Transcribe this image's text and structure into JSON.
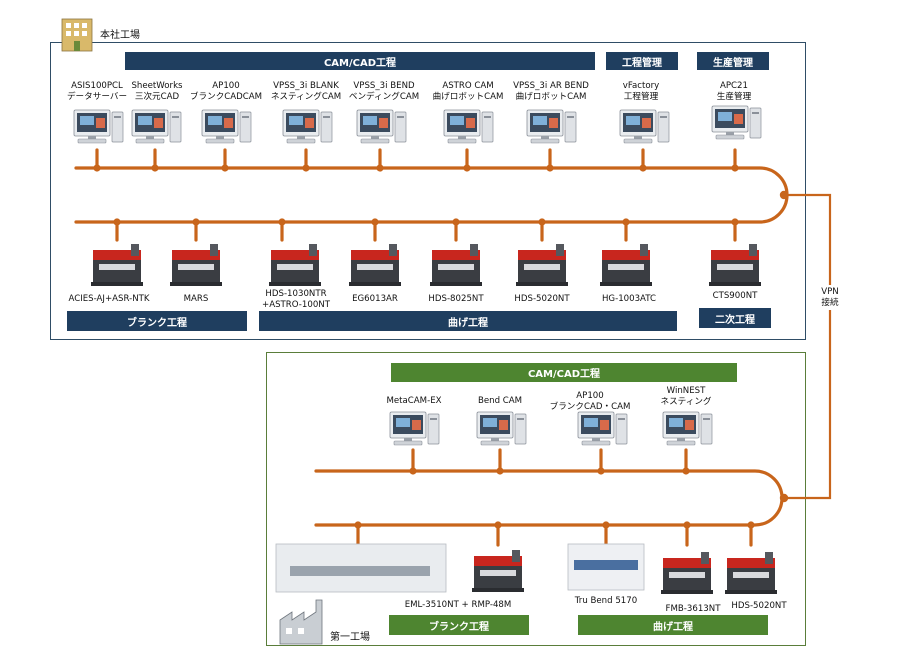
{
  "hq": {
    "name": "本社工場",
    "bands": {
      "cam": "CAM/CAD工程",
      "process_mgmt": "工程管理",
      "production_mgmt": "生産管理",
      "blank": "ブランク工程",
      "bend": "曲げ工程",
      "secondary": "二次工程"
    },
    "computers": [
      {
        "line1": "ASIS100PCL",
        "line2": "データサーバー"
      },
      {
        "line1": "SheetWorks",
        "line2": "三次元CAD"
      },
      {
        "line1": "AP100",
        "line2": "ブランクCADCAM"
      },
      {
        "line1": "VPSS_3i BLANK",
        "line2": "ネスティングCAM"
      },
      {
        "line1": "VPSS_3i BEND",
        "line2": "ベンディングCAM"
      },
      {
        "line1": "ASTRO CAM",
        "line2": "曲げロボットCAM"
      },
      {
        "line1": "VPSS_3i AR BEND",
        "line2": "曲げロボットCAM"
      },
      {
        "line1": "vFactory",
        "line2": "工程管理"
      },
      {
        "line1": "APC21",
        "line2": "生産管理"
      }
    ],
    "machines": [
      {
        "line1": "ACIES-AJ+ASR-NTK",
        "line2": ""
      },
      {
        "line1": "MARS",
        "line2": ""
      },
      {
        "line1": "HDS-1030NTR",
        "line2": "+ASTRO-100NT"
      },
      {
        "line1": "EG6013AR",
        "line2": ""
      },
      {
        "line1": "HDS-8025NT",
        "line2": ""
      },
      {
        "line1": "HDS-5020NT",
        "line2": ""
      },
      {
        "line1": "HG-1003ATC",
        "line2": ""
      },
      {
        "line1": "CTS900NT",
        "line2": ""
      }
    ]
  },
  "vpn": {
    "line1": "VPN",
    "line2": "接続"
  },
  "plant1": {
    "name": "第一工場",
    "bands": {
      "cam": "CAM/CAD工程",
      "blank": "ブランク工程",
      "bend": "曲げ工程"
    },
    "computers": [
      {
        "line1": "MetaCAM-EX",
        "line2": ""
      },
      {
        "line1": "Bend CAM",
        "line2": ""
      },
      {
        "line1": "AP100",
        "line2": "ブランクCAD・CAM"
      },
      {
        "line1": "WinNEST",
        "line2": "ネスティング"
      }
    ],
    "machines": [
      {
        "line1": "EML-3510NT + RMP-48M",
        "line2": ""
      },
      {
        "line1": "Tru Bend 5170",
        "line2": ""
      },
      {
        "line1": "FMB-3613NT",
        "line2": ""
      },
      {
        "line1": "HDS-5020NT",
        "line2": ""
      }
    ]
  },
  "colors": {
    "network": "#c8651b",
    "hq_frame": "#2f4d66",
    "hq_band": "#1f3e5f",
    "plant_frame": "#5a7d3a",
    "plant_band": "#4e8530",
    "machine_red": "#c8261e"
  }
}
